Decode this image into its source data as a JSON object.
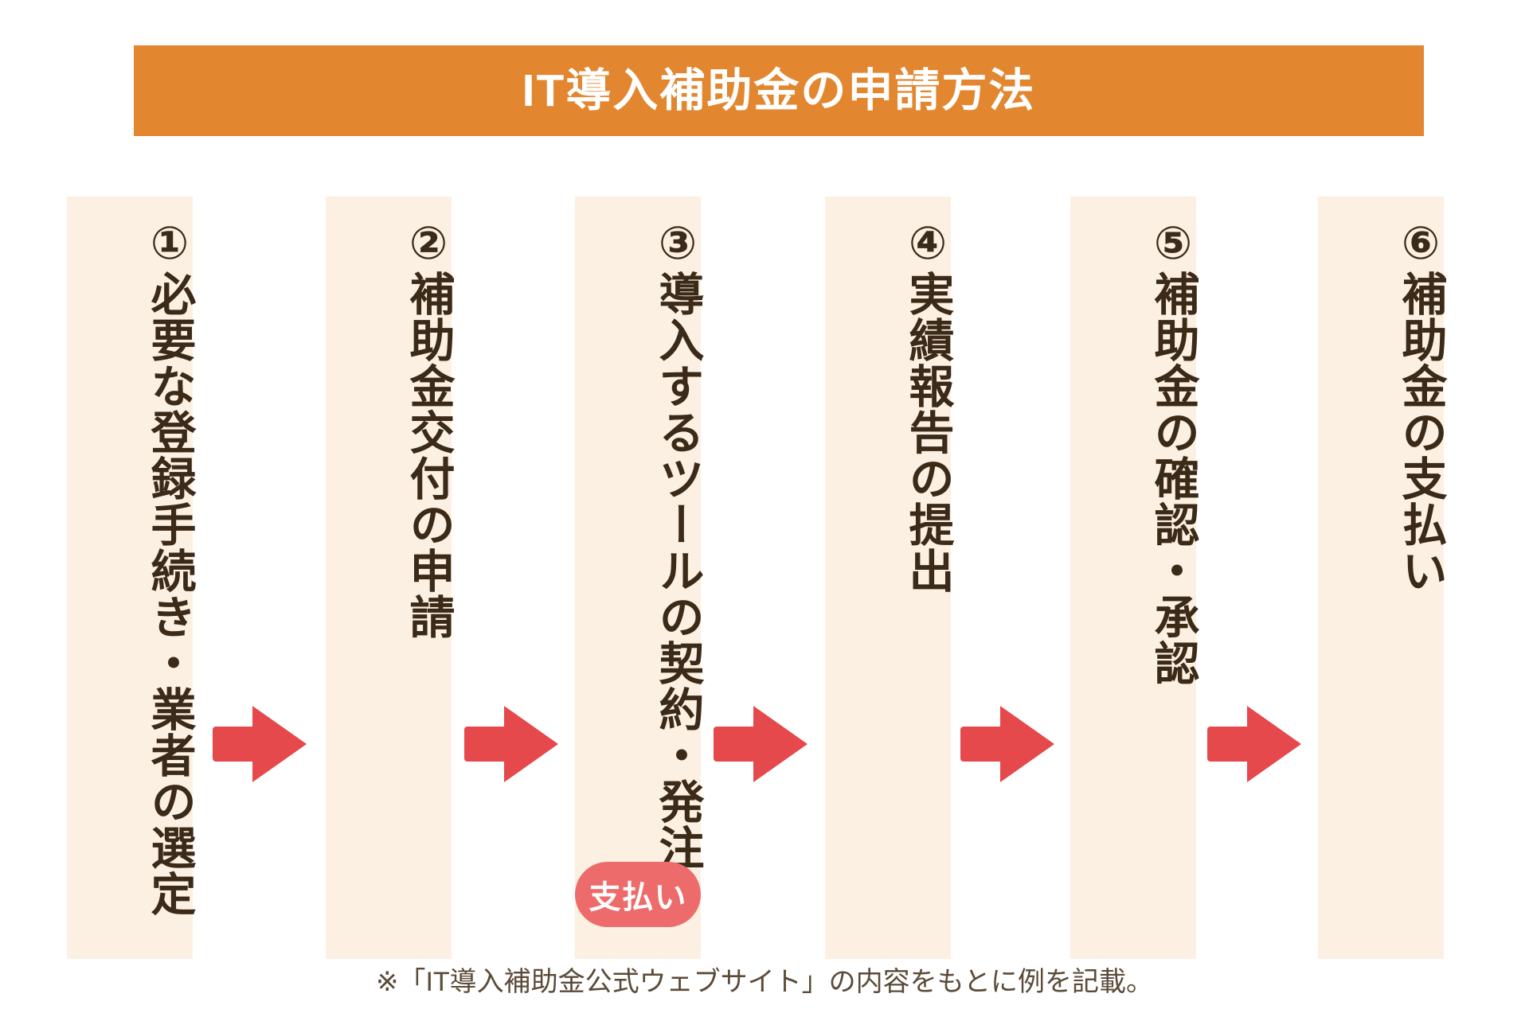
{
  "header": {
    "title": "IT導入補助金の申請方法",
    "banner_color": "#E2872F",
    "title_color": "#FFFFFF"
  },
  "colors": {
    "column_background": "#FBF0E1",
    "text": "#3C2A18",
    "arrow": "#E5494C",
    "badge": "#EE6B6B",
    "footnote_text": "#5B4A38",
    "page_background": "#FFFFFF"
  },
  "steps": [
    {
      "number": "①",
      "label": "必要な登録手続き・業者の選定",
      "full": "①必要な登録手続き・業者の選定"
    },
    {
      "number": "②",
      "label": "補助金交付の申請",
      "full": "②補助金交付の申請"
    },
    {
      "number": "③",
      "label": "導入するツールの契約・発注",
      "full": "③導入するツールの契約・発注"
    },
    {
      "number": "④",
      "label": "実績報告の提出",
      "full": "④実績報告の提出"
    },
    {
      "number": "⑤",
      "label": "補助金の確認・承認",
      "full": "⑤補助金の確認・承認"
    },
    {
      "number": "⑥",
      "label": "補助金の支払い",
      "full": "⑥補助金の支払い"
    }
  ],
  "arrows": [
    {
      "from": "1",
      "to": "2",
      "glyph": "arrow-right"
    },
    {
      "from": "2",
      "to": "3",
      "glyph": "arrow-right"
    },
    {
      "from": "3",
      "to": "4",
      "glyph": "arrow-right"
    },
    {
      "from": "4",
      "to": "5",
      "glyph": "arrow-right"
    },
    {
      "from": "5",
      "to": "6",
      "glyph": "arrow-right"
    }
  ],
  "badge": {
    "label": "支払い",
    "attached_to_step": "③"
  },
  "footnote": {
    "text": "※「IT導入補助金公式ウェブサイト」の内容をもとに例を記載。"
  }
}
